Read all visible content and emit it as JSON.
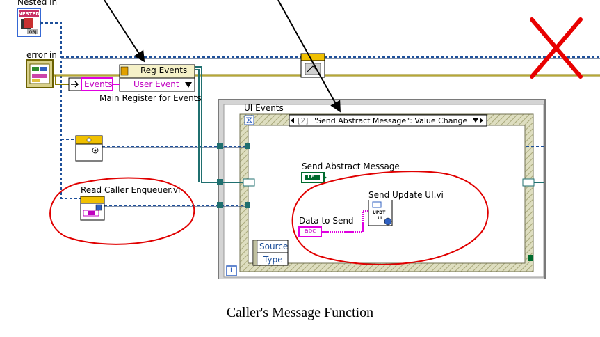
{
  "terminals": {
    "nested_in": "Nested in",
    "nested_badge": "NESTED",
    "nested_badge_sub": "OBJ",
    "error_in": "error in"
  },
  "nodes": {
    "reg_events": "Reg Events",
    "events_terminal": "Events",
    "user_event": "User Event",
    "main_register_caption": "Main Register for Events",
    "read_caller_enqueuer": "Read Caller Enqueuer.vi",
    "send_update_ui": "Send Update UI.vi",
    "send_update_ui_icon_text": "UPDT",
    "send_update_ui_icon_text2": "UI"
  },
  "event_structure": {
    "label": "UI Events",
    "case_index": "[2]",
    "case_name": "\"Send Abstract Message\": Value Change",
    "control_label": "Send Abstract Message",
    "bool_text": "TF",
    "data_label": "Data to Send",
    "string_const": "abc",
    "event_data": [
      "Source",
      "Type"
    ],
    "loop_iteration": "i"
  },
  "caption": "Caller's Message Function",
  "colors": {
    "error_wire": "#8b7d00",
    "object_wire": "#1d4f9a",
    "event_wire": "#1f6f6f",
    "string_wire": "#e000e0",
    "annotation": "#e00000",
    "structure_border": "#7a7a7a",
    "frame_hatch": "#c8c890"
  }
}
